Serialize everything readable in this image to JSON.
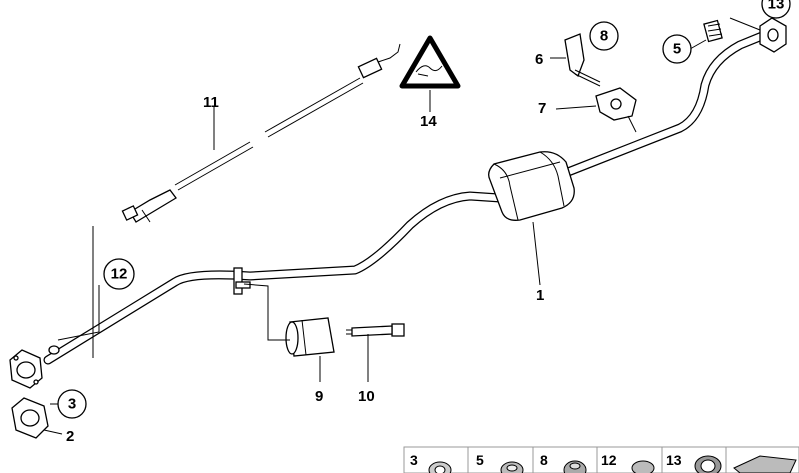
{
  "diagram": {
    "labels": {
      "p1": "1",
      "p2": "2",
      "p3": "3",
      "p5": "5",
      "p6": "6",
      "p7": "7",
      "p8": "8",
      "p9": "9",
      "p10": "10",
      "p11": "11",
      "p12": "12",
      "p13": "13",
      "p14": "14"
    },
    "thumbnails": [
      {
        "label": "3"
      },
      {
        "label": "5"
      },
      {
        "label": "8"
      },
      {
        "label": "12"
      },
      {
        "label": "13"
      }
    ]
  }
}
